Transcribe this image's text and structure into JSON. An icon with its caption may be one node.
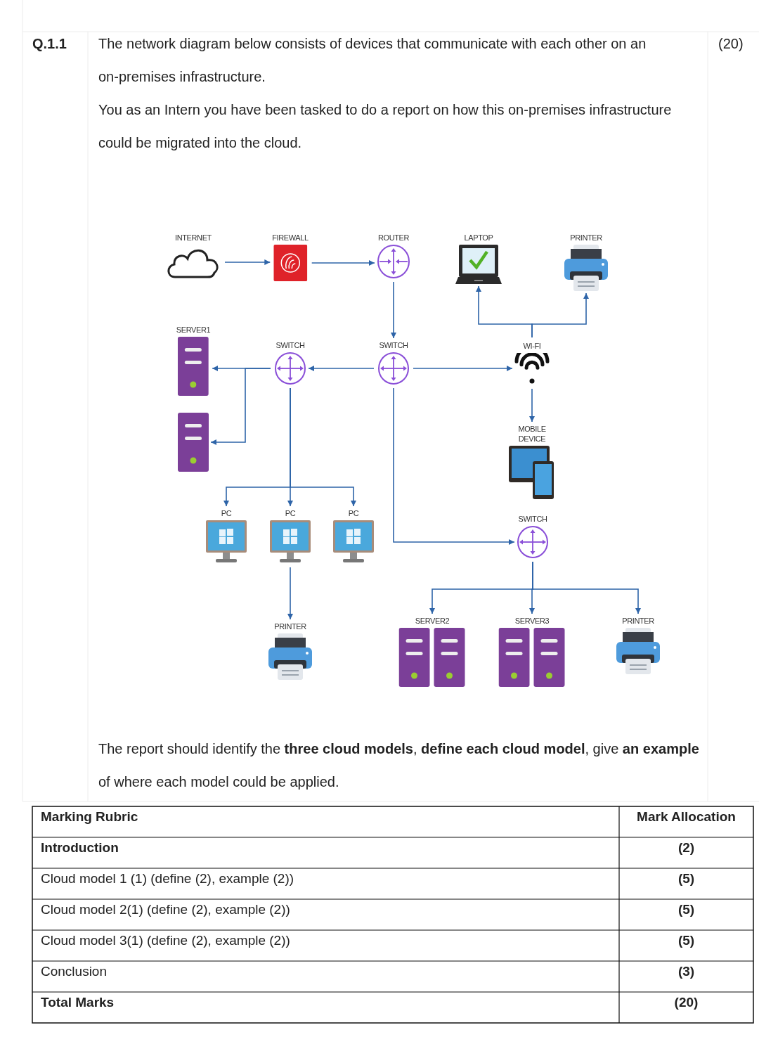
{
  "diagram": {
    "nodes": [
      {
        "text": [
          "INTERNET"
        ]
      },
      {
        "text": [
          "FIREWALL"
        ]
      },
      {
        "text": [
          "ROUTER"
        ]
      },
      {
        "text": [
          "LAPTOP"
        ]
      },
      {
        "text": [
          "PRINTER"
        ]
      },
      {
        "text": [
          "SERVER1"
        ]
      },
      {
        "text": [
          "SWITCH"
        ]
      },
      {
        "text": [
          "SWITCH"
        ]
      },
      {
        "text": [
          "WI-FI"
        ]
      },
      {
        "text": [],
        "shape": "server"
      },
      {
        "text": [
          "MOBILE DEVICE"
        ]
      },
      {
        "text": [
          "PC"
        ]
      },
      {
        "text": [
          "PC"
        ]
      },
      {
        "text": [
          "PC"
        ]
      },
      {
        "text": [
          "SWITCH"
        ]
      },
      {
        "text": [
          "PRINTER"
        ]
      },
      {
        "text": [
          "SERVER2"
        ]
      },
      {
        "text": [
          "SERVER3"
        ]
      },
      {
        "text": [
          "PRINTER"
        ]
      }
    ],
    "edges": [
      {
        "from": 0,
        "to": 1,
        "arrow": "to"
      },
      {
        "from": 1,
        "to": 2,
        "arrow": "to"
      },
      {
        "from": 2,
        "to": 7,
        "arrow": "to"
      },
      {
        "from": 7,
        "to": 6,
        "arrow": "to"
      },
      {
        "from": 7,
        "to": 8,
        "arrow": "to"
      },
      {
        "from": 6,
        "to": 5,
        "arrow": "to"
      },
      {
        "from": 6,
        "to": 9,
        "arrow": "to"
      },
      {
        "from": 8,
        "to": 3,
        "arrow": "to"
      },
      {
        "from": 8,
        "to": 4,
        "arrow": "to"
      },
      {
        "from": 8,
        "to": 10,
        "arrow": "to"
      },
      {
        "from": 6,
        "to": 11,
        "arrow": "to"
      },
      {
        "from": 6,
        "to": 12,
        "arrow": "to"
      },
      {
        "from": 6,
        "to": 13,
        "arrow": "to"
      },
      {
        "from": 12,
        "to": 15,
        "arrow": "to"
      },
      {
        "from": 7,
        "to": 14,
        "arrow": "to"
      },
      {
        "from": 14,
        "to": 16,
        "arrow": "to"
      },
      {
        "from": 14,
        "to": 17,
        "arrow": "to"
      },
      {
        "from": 14,
        "to": 18,
        "arrow": "to"
      }
    ],
    "labels": [
      "Q.1.1",
      "The network diagram below consists of devices that communicate with each other on an on-premises infrastructure.",
      "You as an Intern you have been tasked to do a report on how this on-premises infrastructure could be migrated into the cloud.",
      "(20)",
      "The report should identify the **three cloud models**, **define each cloud model**, give **an example** of where each model could be applied.",
      "Marking Rubric",
      "Mark Allocation",
      "Introduction",
      "(2)",
      "Cloud model 1 (1) (define (2), example (2))",
      "(5)",
      "Cloud model 2(1) (define (2), example (2))",
      "(5)",
      "Cloud model 3(1) (define (2), example (2))",
      "(5)",
      "Conclusion",
      "(3)",
      "Total Marks",
      "(20)"
    ]
  }
}
